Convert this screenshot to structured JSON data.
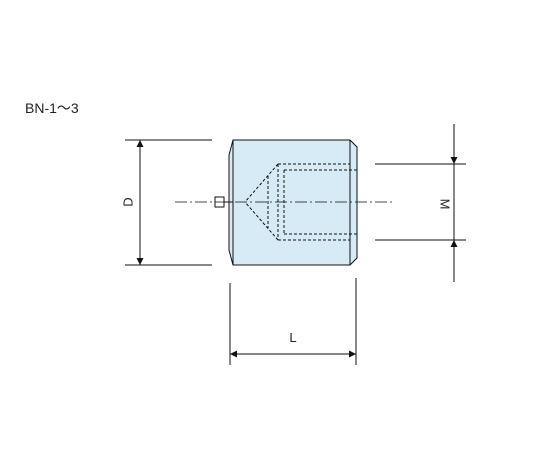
{
  "title": "BN-1～3",
  "dimensions": {
    "diameter_label": "D",
    "length_label": "L",
    "thread_label": "M"
  },
  "colors": {
    "body_fill": "#d6ebf5",
    "line": "#111111"
  }
}
